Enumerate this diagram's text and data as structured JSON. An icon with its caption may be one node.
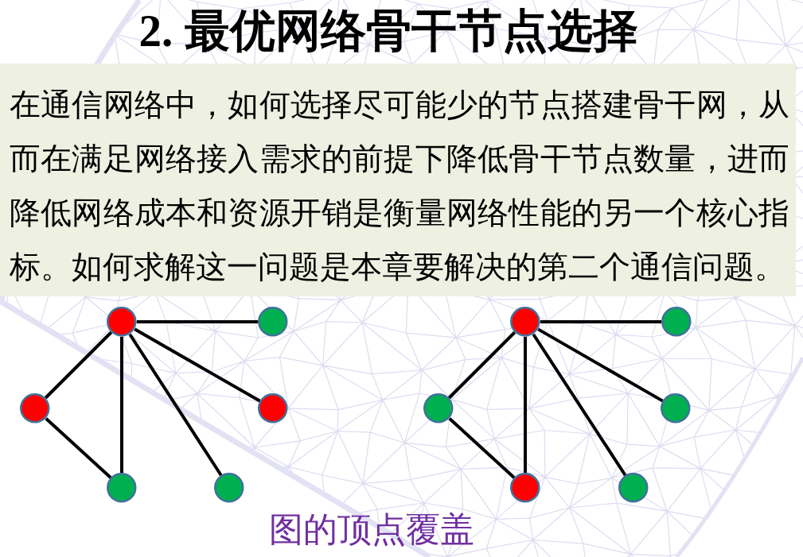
{
  "diagram": {
    "title": "2. 最优网络骨干节点选择",
    "caption": "图的顶点覆盖",
    "nodes": [
      {
        "text": [
          "在通信网络中，如何选择尽可能少的节点搭建骨干网，从而在满足网络接入需求的前提下降低骨干节点数量，进而降低网络成本和资源开销是衡量网络性能的另一个核心指标。如何求解这一问题是本章要解决的第二个通信问题。"
        ]
      },
      {
        "text": [],
        "shape": "circle"
      },
      {
        "text": [],
        "shape": "circle"
      },
      {
        "text": [],
        "shape": "circle"
      },
      {
        "text": [],
        "shape": "circle"
      },
      {
        "text": [],
        "shape": "circle"
      },
      {
        "text": [],
        "shape": "circle"
      },
      {
        "text": [],
        "shape": "circle"
      },
      {
        "text": [],
        "shape": "circle"
      },
      {
        "text": [],
        "shape": "circle"
      },
      {
        "text": [],
        "shape": "circle"
      },
      {
        "text": [],
        "shape": "circle"
      },
      {
        "text": [],
        "shape": "circle"
      }
    ],
    "edges": [
      {
        "from": 1,
        "to": 2,
        "arrow": "none"
      },
      {
        "from": 1,
        "to": 3,
        "arrow": "none"
      },
      {
        "from": 1,
        "to": 4,
        "arrow": "none"
      },
      {
        "from": 1,
        "to": 5,
        "arrow": "none"
      },
      {
        "from": 1,
        "to": 6,
        "arrow": "none"
      },
      {
        "from": 3,
        "to": 5,
        "arrow": "none"
      },
      {
        "from": 7,
        "to": 8,
        "arrow": "none"
      },
      {
        "from": 7,
        "to": 9,
        "arrow": "none"
      },
      {
        "from": 7,
        "to": 10,
        "arrow": "none"
      },
      {
        "from": 7,
        "to": 11,
        "arrow": "none"
      },
      {
        "from": 7,
        "to": 12,
        "arrow": "none"
      },
      {
        "from": 9,
        "to": 11,
        "arrow": "none"
      }
    ]
  }
}
